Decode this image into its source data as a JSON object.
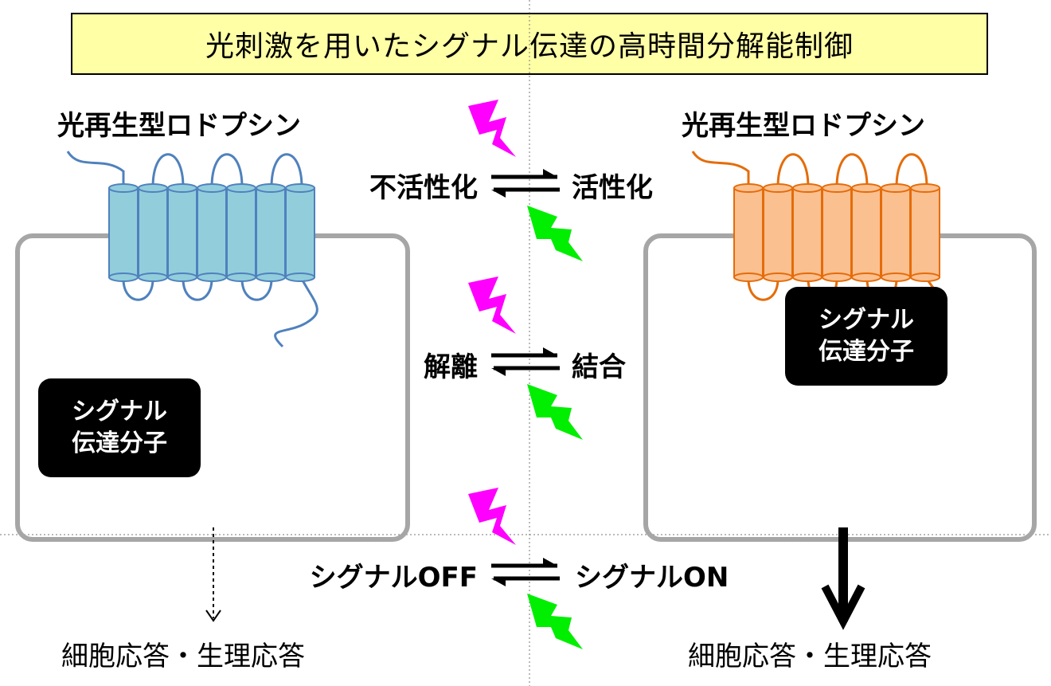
{
  "title": "光刺激を用いたシグナル伝達の高時間分解能制御",
  "left": {
    "protein_label": "光再生型ロドプシン",
    "signal_line1": "シグナル",
    "signal_line2": "伝達分子",
    "response": "細胞応答・生理応答",
    "color": "#92cddc",
    "stroke": "#4f81bd"
  },
  "right": {
    "protein_label": "光再生型ロドプシン",
    "signal_line1": "シグナル",
    "signal_line2": "伝達分子",
    "response": "細胞応答・生理応答",
    "color": "#fac090",
    "stroke": "#e46c0a"
  },
  "transitions": [
    {
      "left": "不活性化",
      "right": "活性化"
    },
    {
      "left": "解離",
      "right": "結合"
    },
    {
      "left": "シグナルOFF",
      "right": "シグナルON"
    }
  ],
  "colors": {
    "light_magenta": "#ff00ff",
    "light_green": "#00ee00",
    "title_bg": "#ffffa6",
    "cell_border": "#a6a6a6"
  }
}
